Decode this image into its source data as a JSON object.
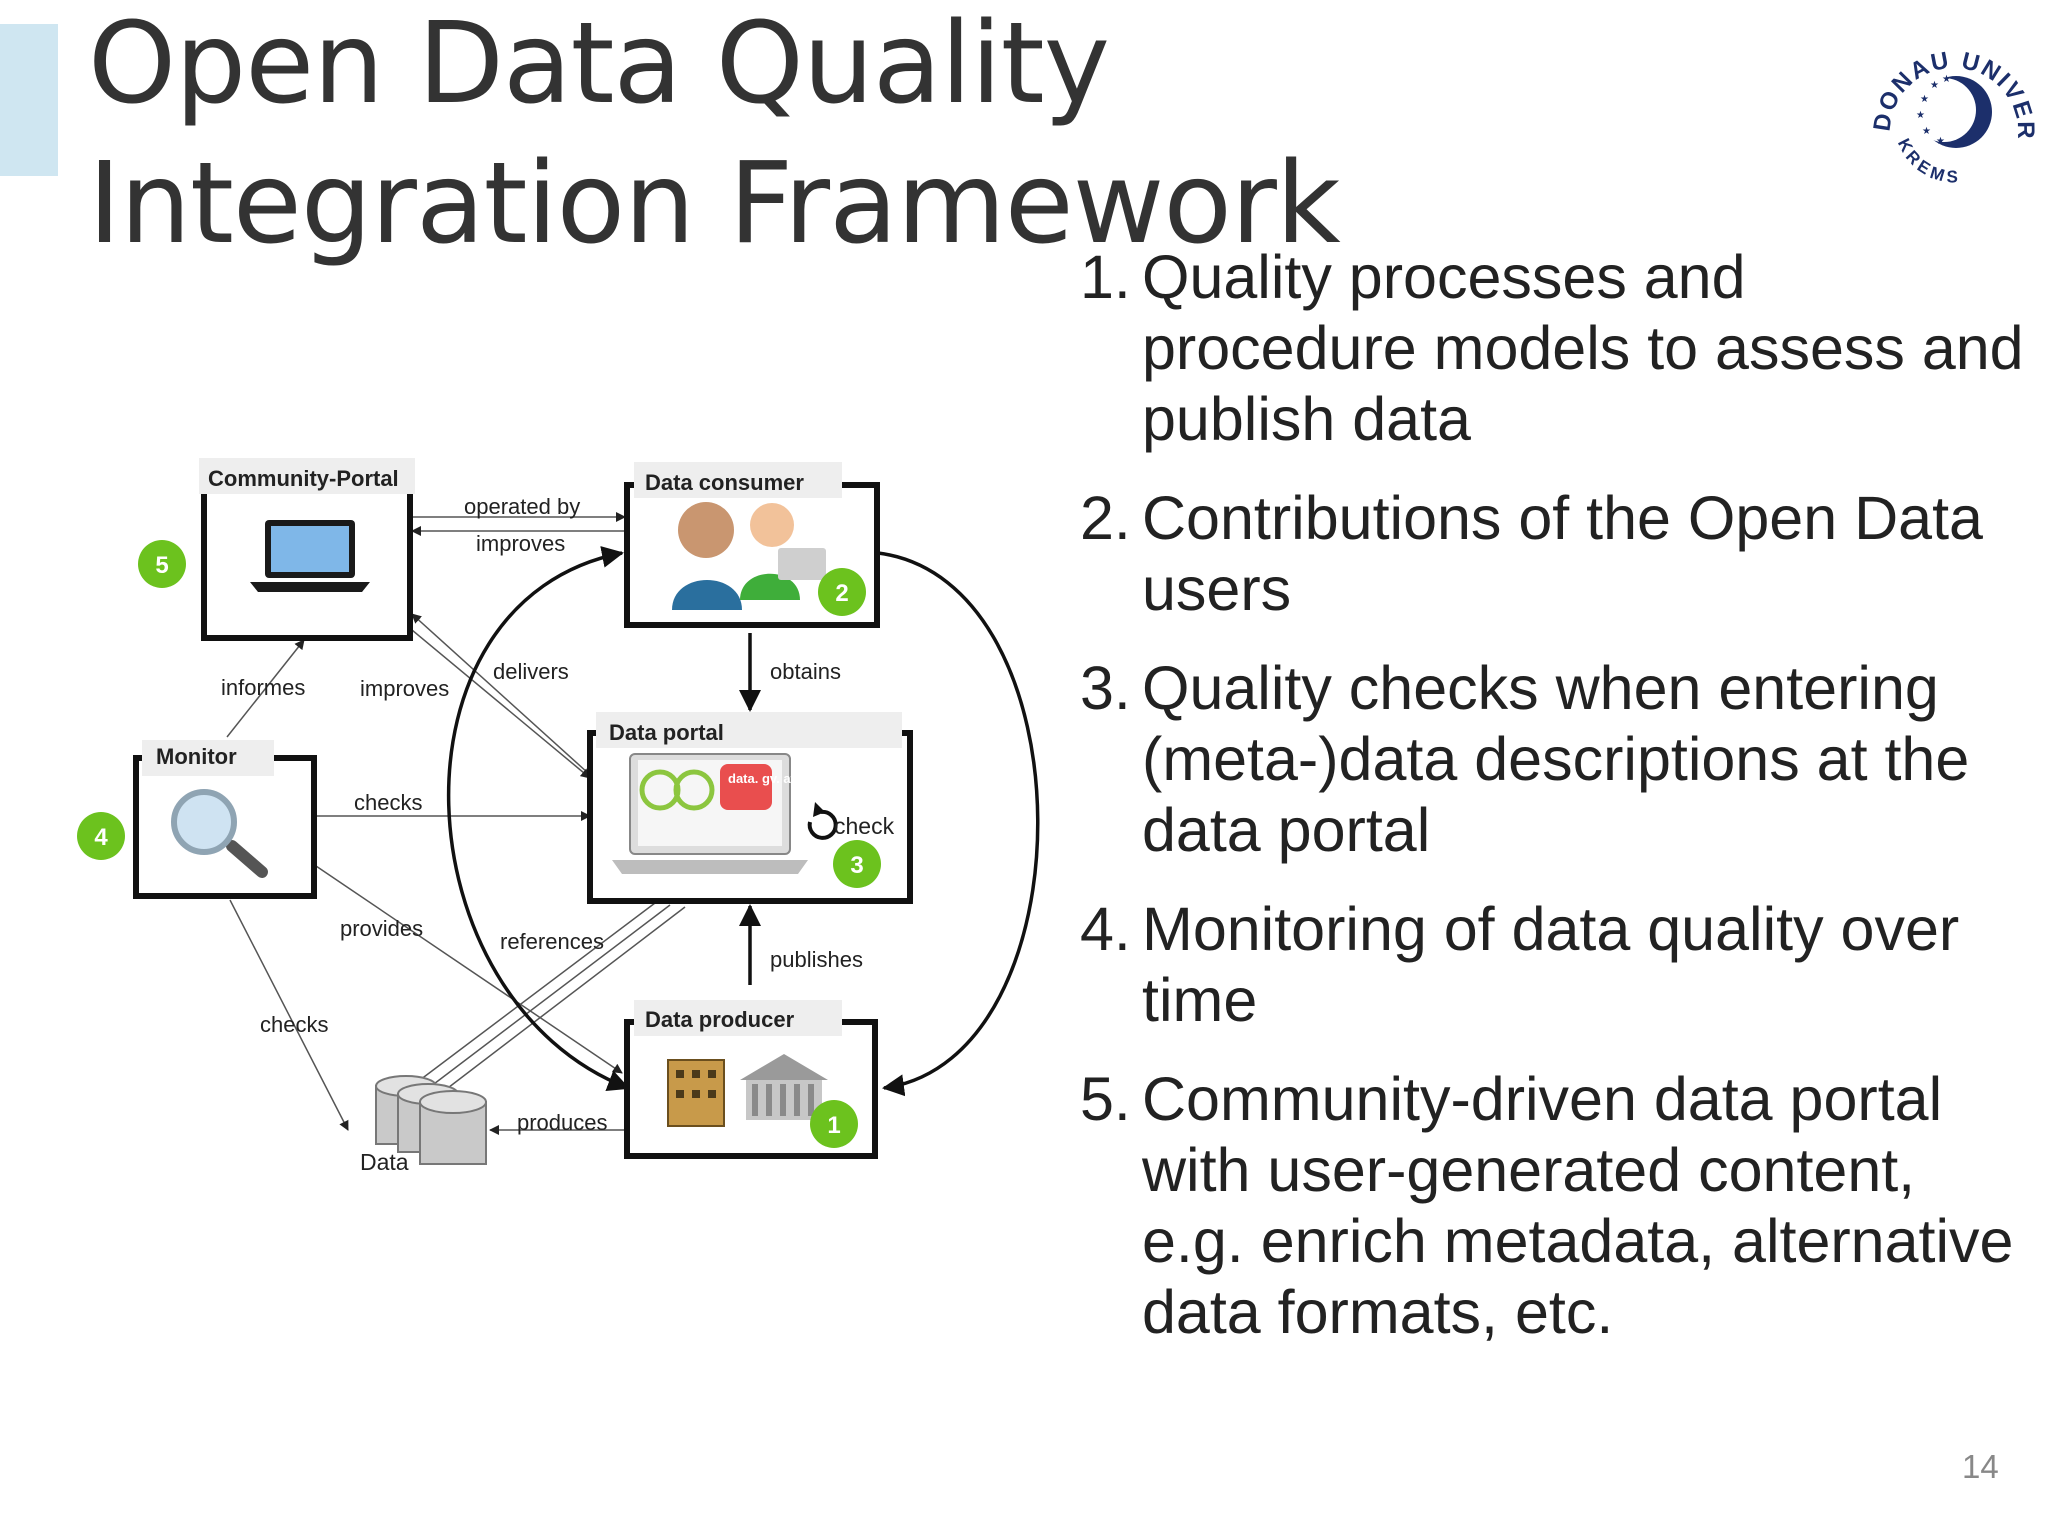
{
  "slide": {
    "title_line1": "Open Data Quality",
    "title_line2": "Integration Framework",
    "page_number": "14"
  },
  "logo": {
    "text_top": "DONAU UNIVERSITÄT",
    "text_bottom": "KREMS",
    "color": "#1c2f6b"
  },
  "list": [
    {
      "num": "1.",
      "text": "Quality processes and procedure models to assess and publish data"
    },
    {
      "num": "2.",
      "text": "Contributions of the Open Data users"
    },
    {
      "num": "3.",
      "text": "Quality checks when entering (meta-)data descriptions at the data portal"
    },
    {
      "num": "4.",
      "text": "Monitoring of data quality over time"
    },
    {
      "num": "5.",
      "text": "Community-driven data portal with user-generated content, e.g. enrich metadata, alternative data formats, etc."
    }
  ],
  "diagram": {
    "nodes": {
      "community_portal": {
        "label": "Community-Portal",
        "badge": "5"
      },
      "data_consumer": {
        "label": "Data consumer",
        "badge": "2"
      },
      "monitor": {
        "label": "Monitor",
        "badge": "4"
      },
      "data_portal": {
        "label": "Data portal",
        "badge": "3",
        "check_label": "check",
        "screen_text": "data. gv. at"
      },
      "data_producer": {
        "label": "Data producer",
        "badge": "1"
      },
      "data": {
        "label": "Data"
      }
    },
    "edges": {
      "operated_by": "operated by",
      "improves_top": "improves",
      "informes": "informes",
      "improves_mid": "improves",
      "delivers": "delivers",
      "obtains": "obtains",
      "checks_portal": "checks",
      "provides": "provides",
      "references": "references",
      "publishes": "publishes",
      "checks_data": "checks",
      "produces": "produces"
    },
    "colors": {
      "badge": "#6cc21e",
      "box_border": "#111111",
      "label_bg": "#eeeeee"
    }
  }
}
